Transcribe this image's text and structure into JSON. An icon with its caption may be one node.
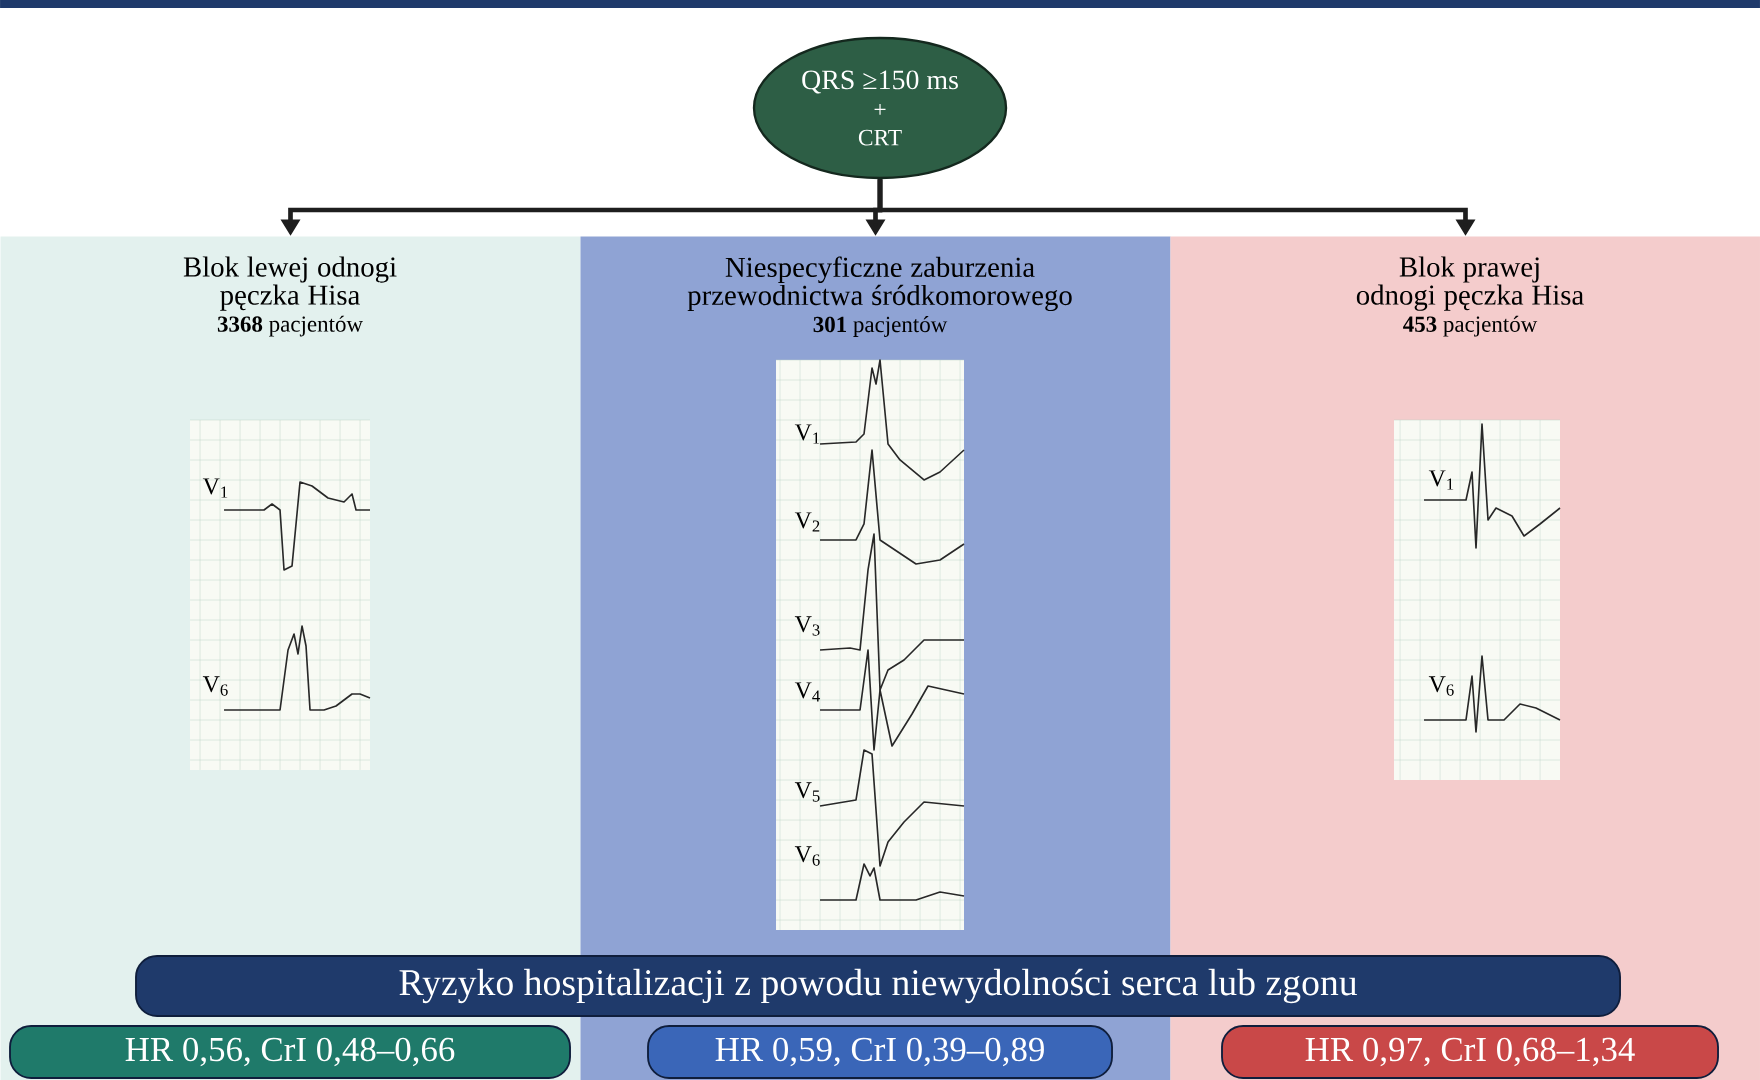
{
  "diagram": {
    "nodes": [
      {
        "text": [
          "QRS ≥150 ms",
          "+",
          "CRT"
        ]
      },
      {
        "text": [
          "Blok lewej odnogi pęczka Hisa",
          "**3368** pacjentów"
        ]
      },
      {
        "text": [
          "Niespecyficzne zaburzenia przewodnictwa śródkomorowego",
          "**301** pacjentów"
        ]
      },
      {
        "text": [
          "Blok prawej odnogi pęczka Hisa",
          "**453** pacjentów"
        ]
      },
      {
        "text": [
          "Ryzyko hospitalizacji z powodu niewydolności serca lub zgonu"
        ]
      },
      {
        "text": [
          "HR 0,56, CrI 0,48–0,66"
        ],
        "in": 1
      },
      {
        "text": [
          "HR 0,59, CrI 0,39–0,89"
        ],
        "in": 2
      },
      {
        "text": [
          "HR 0,97, CrI 0,68–1,34"
        ],
        "in": 3
      }
    ],
    "edges": [
      {
        "from": 0,
        "to": 1,
        "arrow": "to"
      },
      {
        "from": 0,
        "to": 2,
        "arrow": "to"
      },
      {
        "from": 0,
        "to": 3,
        "arrow": "to"
      }
    ],
    "labels": [
      "V$_{1}$",
      "V$_{6}$",
      "V$_{1}$",
      "V$_{2}$",
      "V$_{3}$",
      "V$_{4}$",
      "V$_{5}$",
      "V$_{6}$",
      "V$_{1}$",
      "V$_{6}$"
    ]
  }
}
